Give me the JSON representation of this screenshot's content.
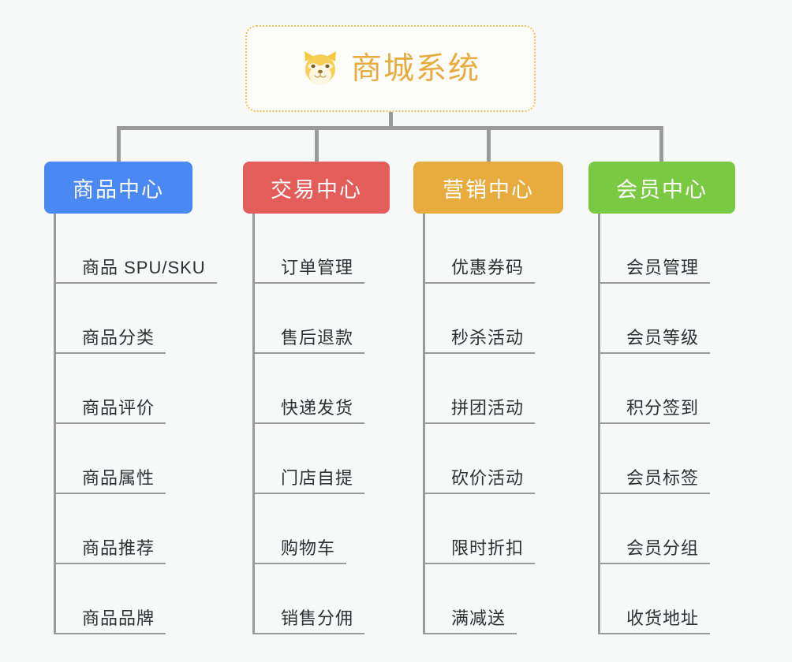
{
  "root": {
    "title": "商城系统",
    "icon": "shiba-dog-icon",
    "border_color": "#f0c060",
    "text_color": "#e8ab3d"
  },
  "canvas": {
    "background": "#f7f8f8",
    "connector_color": "#9a9a9a"
  },
  "columns": [
    {
      "id": "product-center",
      "label": "商品中心",
      "color": "#4a89f3",
      "items": [
        "商品 SPU/SKU",
        "商品分类",
        "商品评价",
        "商品属性",
        "商品推荐",
        "商品品牌"
      ]
    },
    {
      "id": "trade-center",
      "label": "交易中心",
      "color": "#e35d5b",
      "items": [
        "订单管理",
        "售后退款",
        "快递发货",
        "门店自提",
        "购物车",
        "销售分佣"
      ]
    },
    {
      "id": "marketing-center",
      "label": "营销中心",
      "color": "#e8ab3d",
      "items": [
        "优惠券码",
        "秒杀活动",
        "拼团活动",
        "砍价活动",
        "限时折扣",
        "满减送"
      ]
    },
    {
      "id": "member-center",
      "label": "会员中心",
      "color": "#7ac943",
      "items": [
        "会员管理",
        "会员等级",
        "积分签到",
        "会员标签",
        "会员分组",
        "收货地址"
      ]
    }
  ]
}
